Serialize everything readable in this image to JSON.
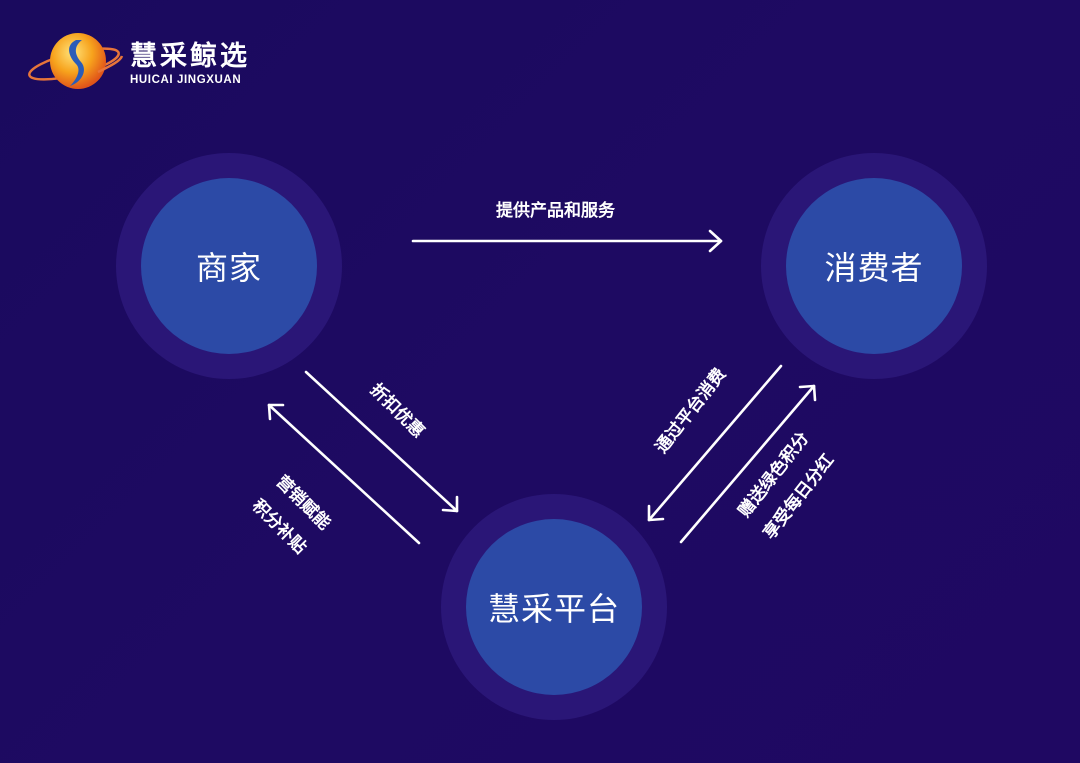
{
  "logo": {
    "title": "慧采鲸选",
    "subtitle": "HUICAI JINGXUAN",
    "icon": "planet-globe-icon"
  },
  "nodes": {
    "merchant": {
      "label": "商家"
    },
    "consumer": {
      "label": "消费者"
    },
    "platform": {
      "label": "慧采平台"
    }
  },
  "edges": {
    "merchant_to_consumer": {
      "label": "提供产品和服务"
    },
    "merchant_to_platform": {
      "label": "折扣优惠"
    },
    "platform_to_merchant": {
      "line1": "营销赋能",
      "line2": "积分补贴"
    },
    "consumer_to_platform": {
      "label": "通过平台消费"
    },
    "platform_to_consumer": {
      "line1": "赠送绿色积分",
      "line2": "享受每日分红"
    }
  },
  "colors": {
    "background": "#1d0a60",
    "node_outer": "#2a1677",
    "node_inner": "#2c4aa6",
    "arrow": "#ffffff"
  }
}
